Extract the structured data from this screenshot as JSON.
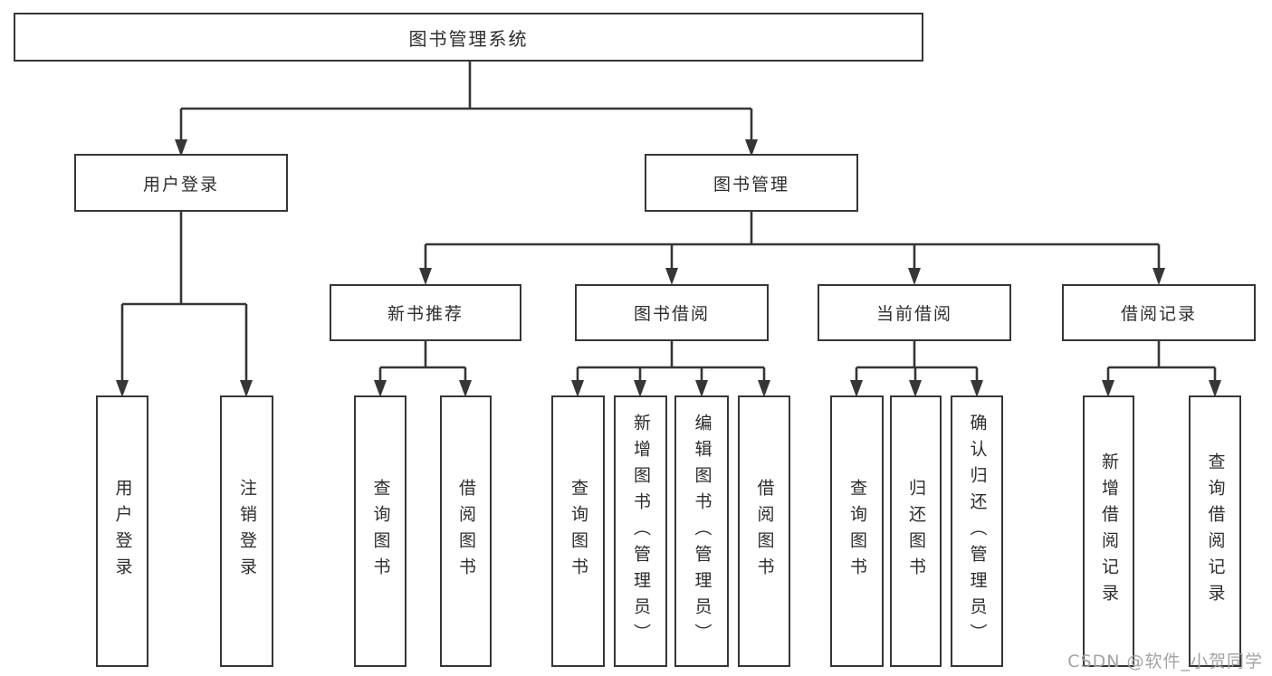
{
  "root": {
    "label": "图书管理系统"
  },
  "level2": [
    {
      "label": "用户登录"
    },
    {
      "label": "图书管理"
    }
  ],
  "level3": [
    {
      "label": "新书推荐",
      "parent": "图书管理"
    },
    {
      "label": "图书借阅",
      "parent": "图书管理"
    },
    {
      "label": "当前借阅",
      "parent": "图书管理"
    },
    {
      "label": "借阅记录",
      "parent": "图书管理"
    }
  ],
  "leaves": [
    {
      "label": "用户登录",
      "parent": "用户登录"
    },
    {
      "label": "注销登录",
      "parent": "用户登录"
    },
    {
      "label": "查询图书",
      "parent": "新书推荐"
    },
    {
      "label": "借阅图书",
      "parent": "新书推荐"
    },
    {
      "label": "查询图书",
      "parent": "图书借阅"
    },
    {
      "label": "新增图书（管理员）",
      "parent": "图书借阅"
    },
    {
      "label": "编辑图书（管理员）",
      "parent": "图书借阅"
    },
    {
      "label": "借阅图书",
      "parent": "图书借阅"
    },
    {
      "label": "查询图书",
      "parent": "当前借阅"
    },
    {
      "label": "归还图书",
      "parent": "当前借阅"
    },
    {
      "label": "确认归还（管理员）",
      "parent": "当前借阅"
    },
    {
      "label": "新增借阅记录",
      "parent": "借阅记录"
    },
    {
      "label": "查询借阅记录",
      "parent": "借阅记录"
    }
  ],
  "watermark": {
    "text": "CSDN @软件_小贺同学"
  },
  "colors": {
    "line": "#363636",
    "border": "#363636",
    "text": "#2d2d2d",
    "watermark": "#a3a3a3",
    "background": "#ffffff"
  }
}
